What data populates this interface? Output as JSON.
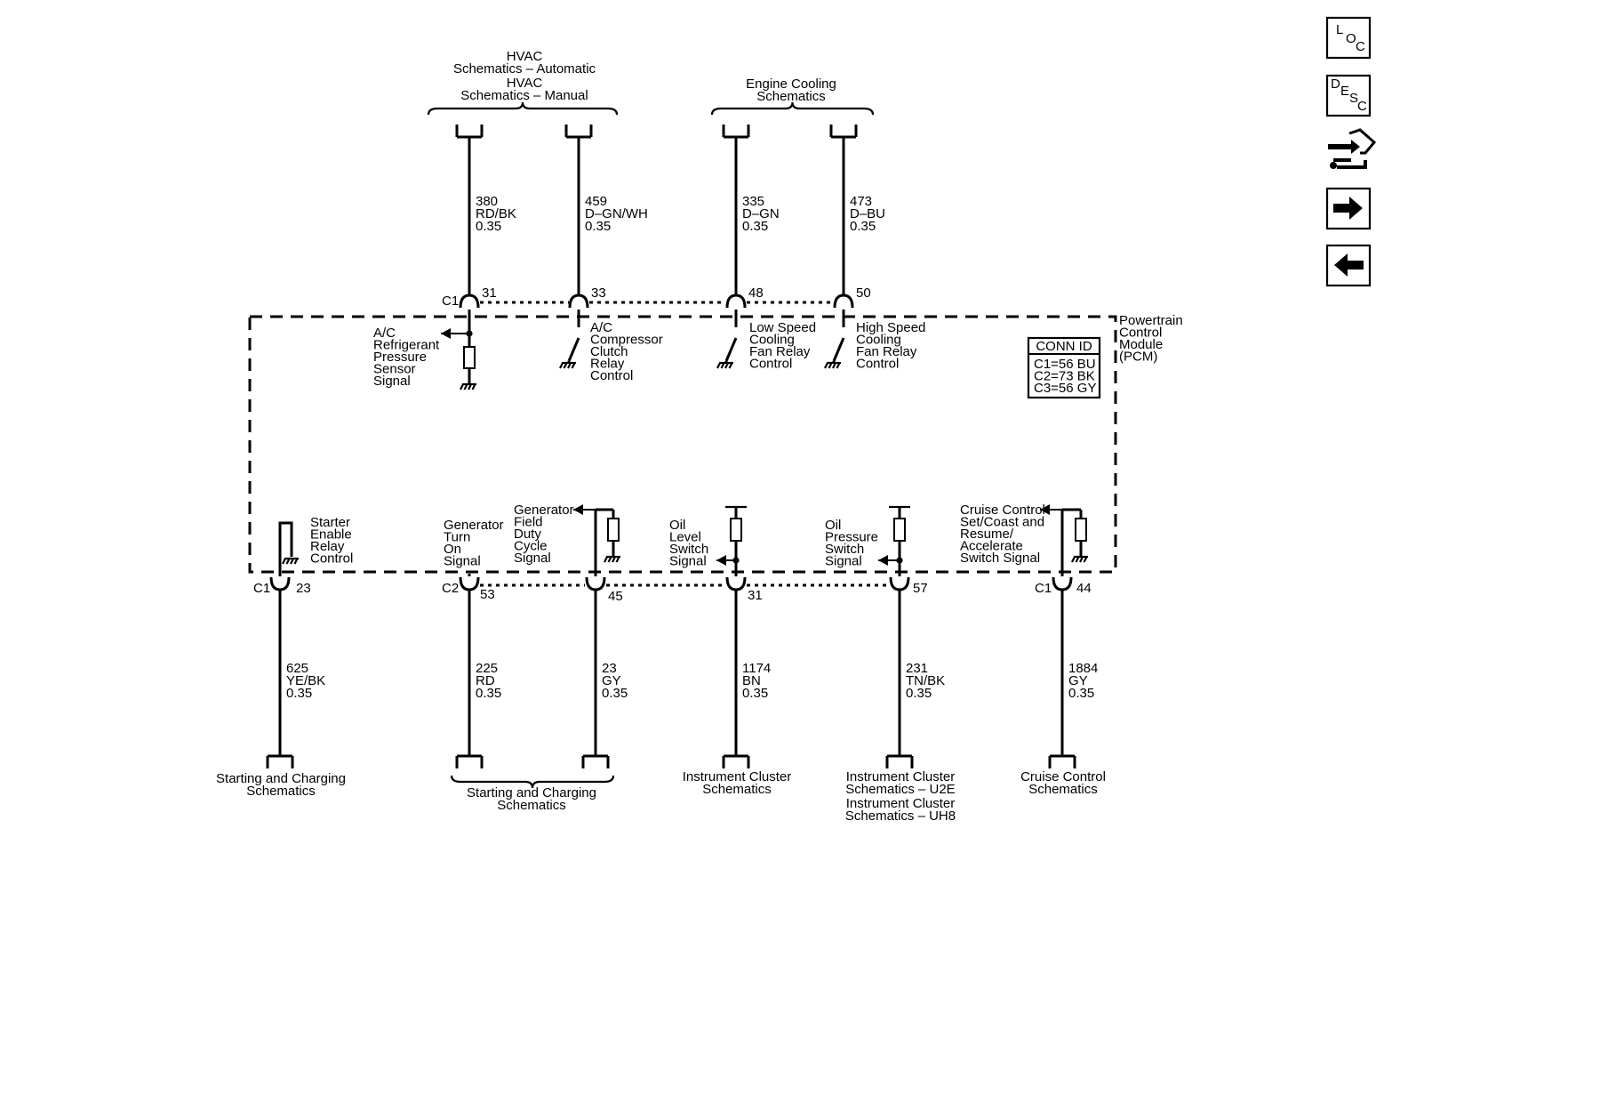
{
  "top_groups": {
    "hvac": [
      "HVAC",
      "Schematics – Automatic",
      "HVAC",
      "Schematics – Manual"
    ],
    "engine_cooling": [
      "Engine Cooling",
      "Schematics"
    ]
  },
  "top_circuits": [
    {
      "pin": "31",
      "circuit": "380",
      "color": "RD/BK",
      "gauge": "0.35",
      "function": [
        "A/C",
        "Refrigerant",
        "Pressure",
        "Sensor",
        "Signal"
      ]
    },
    {
      "pin": "33",
      "circuit": "459",
      "color": "D–GN/WH",
      "gauge": "0.35",
      "function": [
        "A/C",
        "Compressor",
        "Clutch",
        "Relay",
        "Control"
      ]
    },
    {
      "pin": "48",
      "circuit": "335",
      "color": "D–GN",
      "gauge": "0.35",
      "function": [
        "Low Speed",
        "Cooling",
        "Fan Relay",
        "Control"
      ]
    },
    {
      "pin": "50",
      "circuit": "473",
      "color": "D–BU",
      "gauge": "0.35",
      "function": [
        "High Speed",
        "Cooling",
        "Fan Relay",
        "Control"
      ]
    }
  ],
  "top_connector_id": "C1",
  "module": {
    "name": [
      "Powertrain",
      "Control",
      "Module",
      "(PCM)"
    ],
    "conn_title": "CONN ID",
    "conn_ids": [
      "C1=56 BU",
      "C2=73 BK",
      "C3=56 GY"
    ]
  },
  "bottom_circuits": [
    {
      "connector": "C1",
      "pin": "23",
      "circuit": "625",
      "color": "YE/BK",
      "gauge": "0.35",
      "function": [
        "Starter",
        "Enable",
        "Relay",
        "Control"
      ]
    },
    {
      "connector": "C2",
      "pin": "53",
      "circuit": "225",
      "color": "RD",
      "gauge": "0.35",
      "function": [
        "Generator",
        "Turn",
        "On",
        "Signal"
      ]
    },
    {
      "connector": "",
      "pin": "45",
      "circuit": "23",
      "color": "GY",
      "gauge": "0.35",
      "function": [
        "Generator",
        "Field",
        "Duty",
        "Cycle",
        "Signal"
      ]
    },
    {
      "connector": "",
      "pin": "31",
      "circuit": "1174",
      "color": "BN",
      "gauge": "0.35",
      "function": [
        "Oil",
        "Level",
        "Switch",
        "Signal"
      ]
    },
    {
      "connector": "",
      "pin": "57",
      "circuit": "231",
      "color": "TN/BK",
      "gauge": "0.35",
      "function": [
        "Oil",
        "Pressure",
        "Switch",
        "Signal"
      ]
    },
    {
      "connector": "C1",
      "pin": "44",
      "circuit": "1884",
      "color": "GY",
      "gauge": "0.35",
      "function": [
        "Cruise Control",
        "Set/Coast and",
        "Resume/",
        "Accelerate",
        "Switch Signal"
      ]
    }
  ],
  "bottom_destinations": {
    "starting_left": [
      "Starting and Charging",
      "Schematics"
    ],
    "starting_mid": [
      "Starting and Charging",
      "Schematics"
    ],
    "instrument": [
      "Instrument Cluster",
      "Schematics"
    ],
    "instrument_2": [
      "Instrument Cluster",
      "Schematics – U2E",
      "Instrument Cluster",
      "Schematics – UH8"
    ],
    "cruise": [
      "Cruise Control",
      "Schematics"
    ]
  },
  "nav": {
    "loc": [
      "L",
      "O",
      "C"
    ],
    "desc": [
      "D",
      "E",
      "S",
      "C"
    ],
    "icons": [
      "loc-icon",
      "desc-icon",
      "routing-icon",
      "next-arrow-icon",
      "back-arrow-icon"
    ]
  }
}
